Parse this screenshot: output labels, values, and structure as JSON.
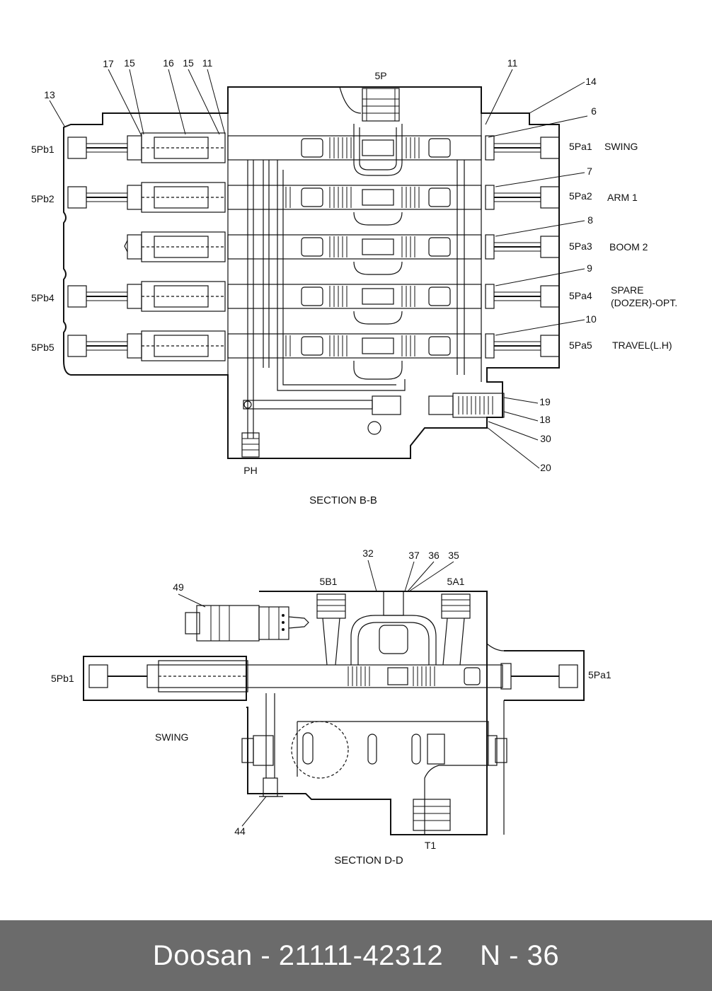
{
  "section_bb": {
    "title": "SECTION B-B",
    "ports": {
      "p5P": "5P",
      "ph": "PH"
    },
    "left_ports": [
      "5Pb1",
      "5Pb2",
      "5Pb4",
      "5Pb5"
    ],
    "right_ports": [
      "5Pa1",
      "5Pa2",
      "5Pa3",
      "5Pa4",
      "5Pa5"
    ],
    "functions": [
      "SWING",
      "ARM 1",
      "BOOM 2",
      "SPARE",
      "(DOZER)-OPT.",
      "TRAVEL(L.H)"
    ],
    "callouts": {
      "c17": "17",
      "c15a": "15",
      "c16": "16",
      "c15b": "15",
      "c11a": "11",
      "c13": "13",
      "c11b": "11",
      "c14": "14",
      "c6": "6",
      "c7": "7",
      "c8": "8",
      "c9": "9",
      "c10": "10",
      "c19": "19",
      "c18": "18",
      "c30": "30",
      "c20": "20"
    }
  },
  "section_dd": {
    "title": "SECTION D-D",
    "ports": {
      "p5B1": "5B1",
      "p5A1": "5A1",
      "p5Pb1": "5Pb1",
      "p5Pa1": "5Pa1",
      "t1": "T1"
    },
    "function": "SWING",
    "callouts": {
      "c32": "32",
      "c37": "37",
      "c36": "36",
      "c35": "35",
      "c49": "49",
      "c44": "44"
    }
  },
  "footer": {
    "brand_part": "Doosan - 21111-42312",
    "page": "N - 36"
  }
}
